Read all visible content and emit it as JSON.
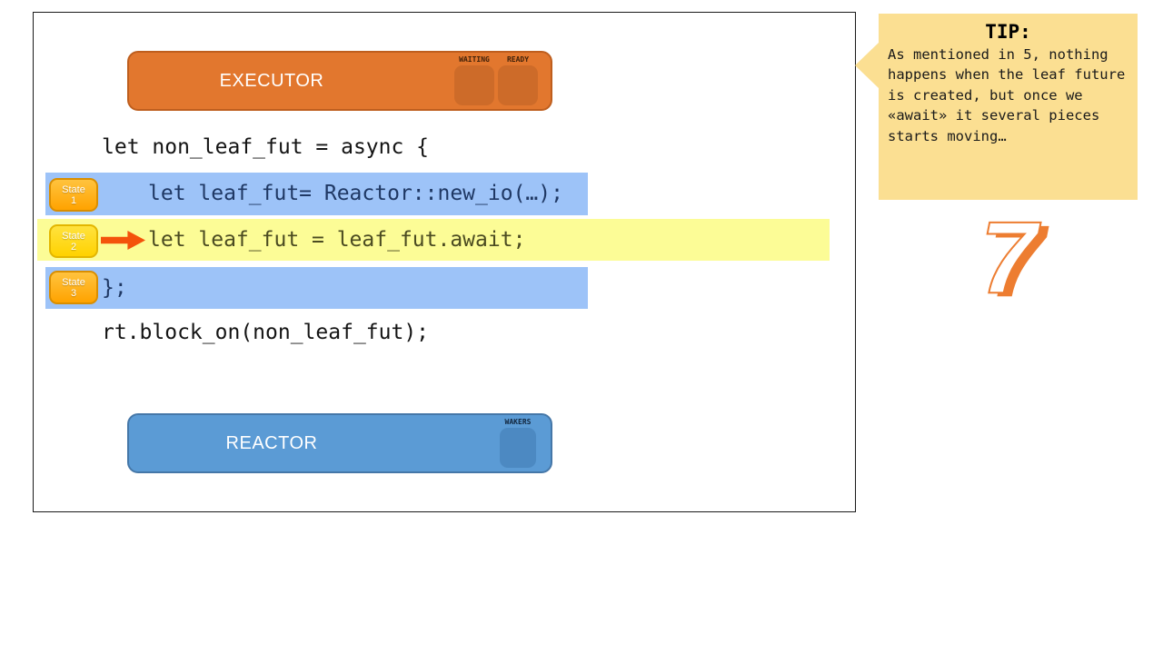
{
  "slide": {
    "step_number": "7",
    "tip": {
      "title": "TIP:",
      "body": "As mentioned in 5, nothing happens when the leaf future is created, but once we «await» it several pieces starts moving…"
    },
    "executor": {
      "label": "EXECUTOR",
      "queues": [
        {
          "label": "WAITING"
        },
        {
          "label": "READY"
        }
      ]
    },
    "reactor": {
      "label": "REACTOR",
      "queues": [
        {
          "label": "WAKERS"
        }
      ]
    },
    "code": {
      "line_async_open": "let non_leaf_fut = async {",
      "line_new_io": "let leaf_fut= Reactor::new_io(…);",
      "line_await": "let leaf_fut = leaf_fut.await;",
      "line_close": "};",
      "line_block_on": "rt.block_on(non_leaf_fut);"
    },
    "states": [
      {
        "label": "State",
        "number": "1"
      },
      {
        "label": "State",
        "number": "2"
      },
      {
        "label": "State",
        "number": "3"
      }
    ],
    "colors": {
      "executor_fill": "#E2772E",
      "executor_slot_fill": "#CD6B29",
      "reactor_fill": "#5B9BD5",
      "reactor_slot_fill": "#4C89C2",
      "highlight_blue": "#9DC3F8",
      "highlight_yellow": "#FCFC96",
      "tip_fill": "#FBDF92",
      "badge_orange": "#FFAB00",
      "badge_yellow": "#FFD800",
      "arrow_orange": "#F4530B",
      "accent_orange": "#ED7D31",
      "code_navy": "#1F3864",
      "code_olive": "#4B4B21"
    }
  }
}
